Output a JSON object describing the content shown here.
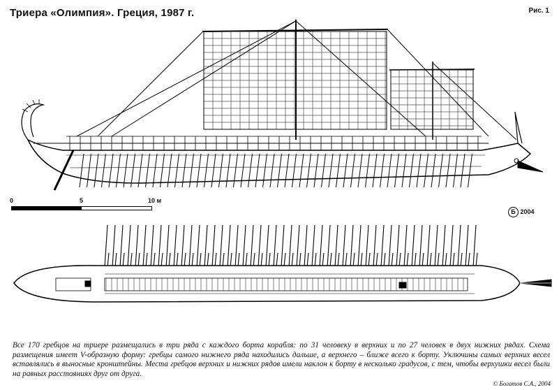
{
  "title": "Триера «Олимпия». Греция, 1987 г.",
  "figure_label": "Рис. 1",
  "scale": {
    "labels": [
      "0",
      "5",
      "10 м"
    ]
  },
  "signature": {
    "monogram": "Б",
    "year": "2004"
  },
  "caption": "Все 170 гребцов на триере размещались в три ряда с каждого борта корабля: по 31 человеку в верхних и по 27 человек в двух нижних рядах. Схема размещения имеет V-образную форму: гребцы самого нижнего ряда находились дальше, а верхнего – ближе всего к борту. Уключины самых верхних весел вставлялись в выносные кронштейны. Места гребцов верхних и нижних рядов имели наклон к борту в несколько градусов, с тем, чтобы верхушки весел были на равных расстояниях друг от друга.",
  "credit": "© Богатов С.А., 2004"
}
